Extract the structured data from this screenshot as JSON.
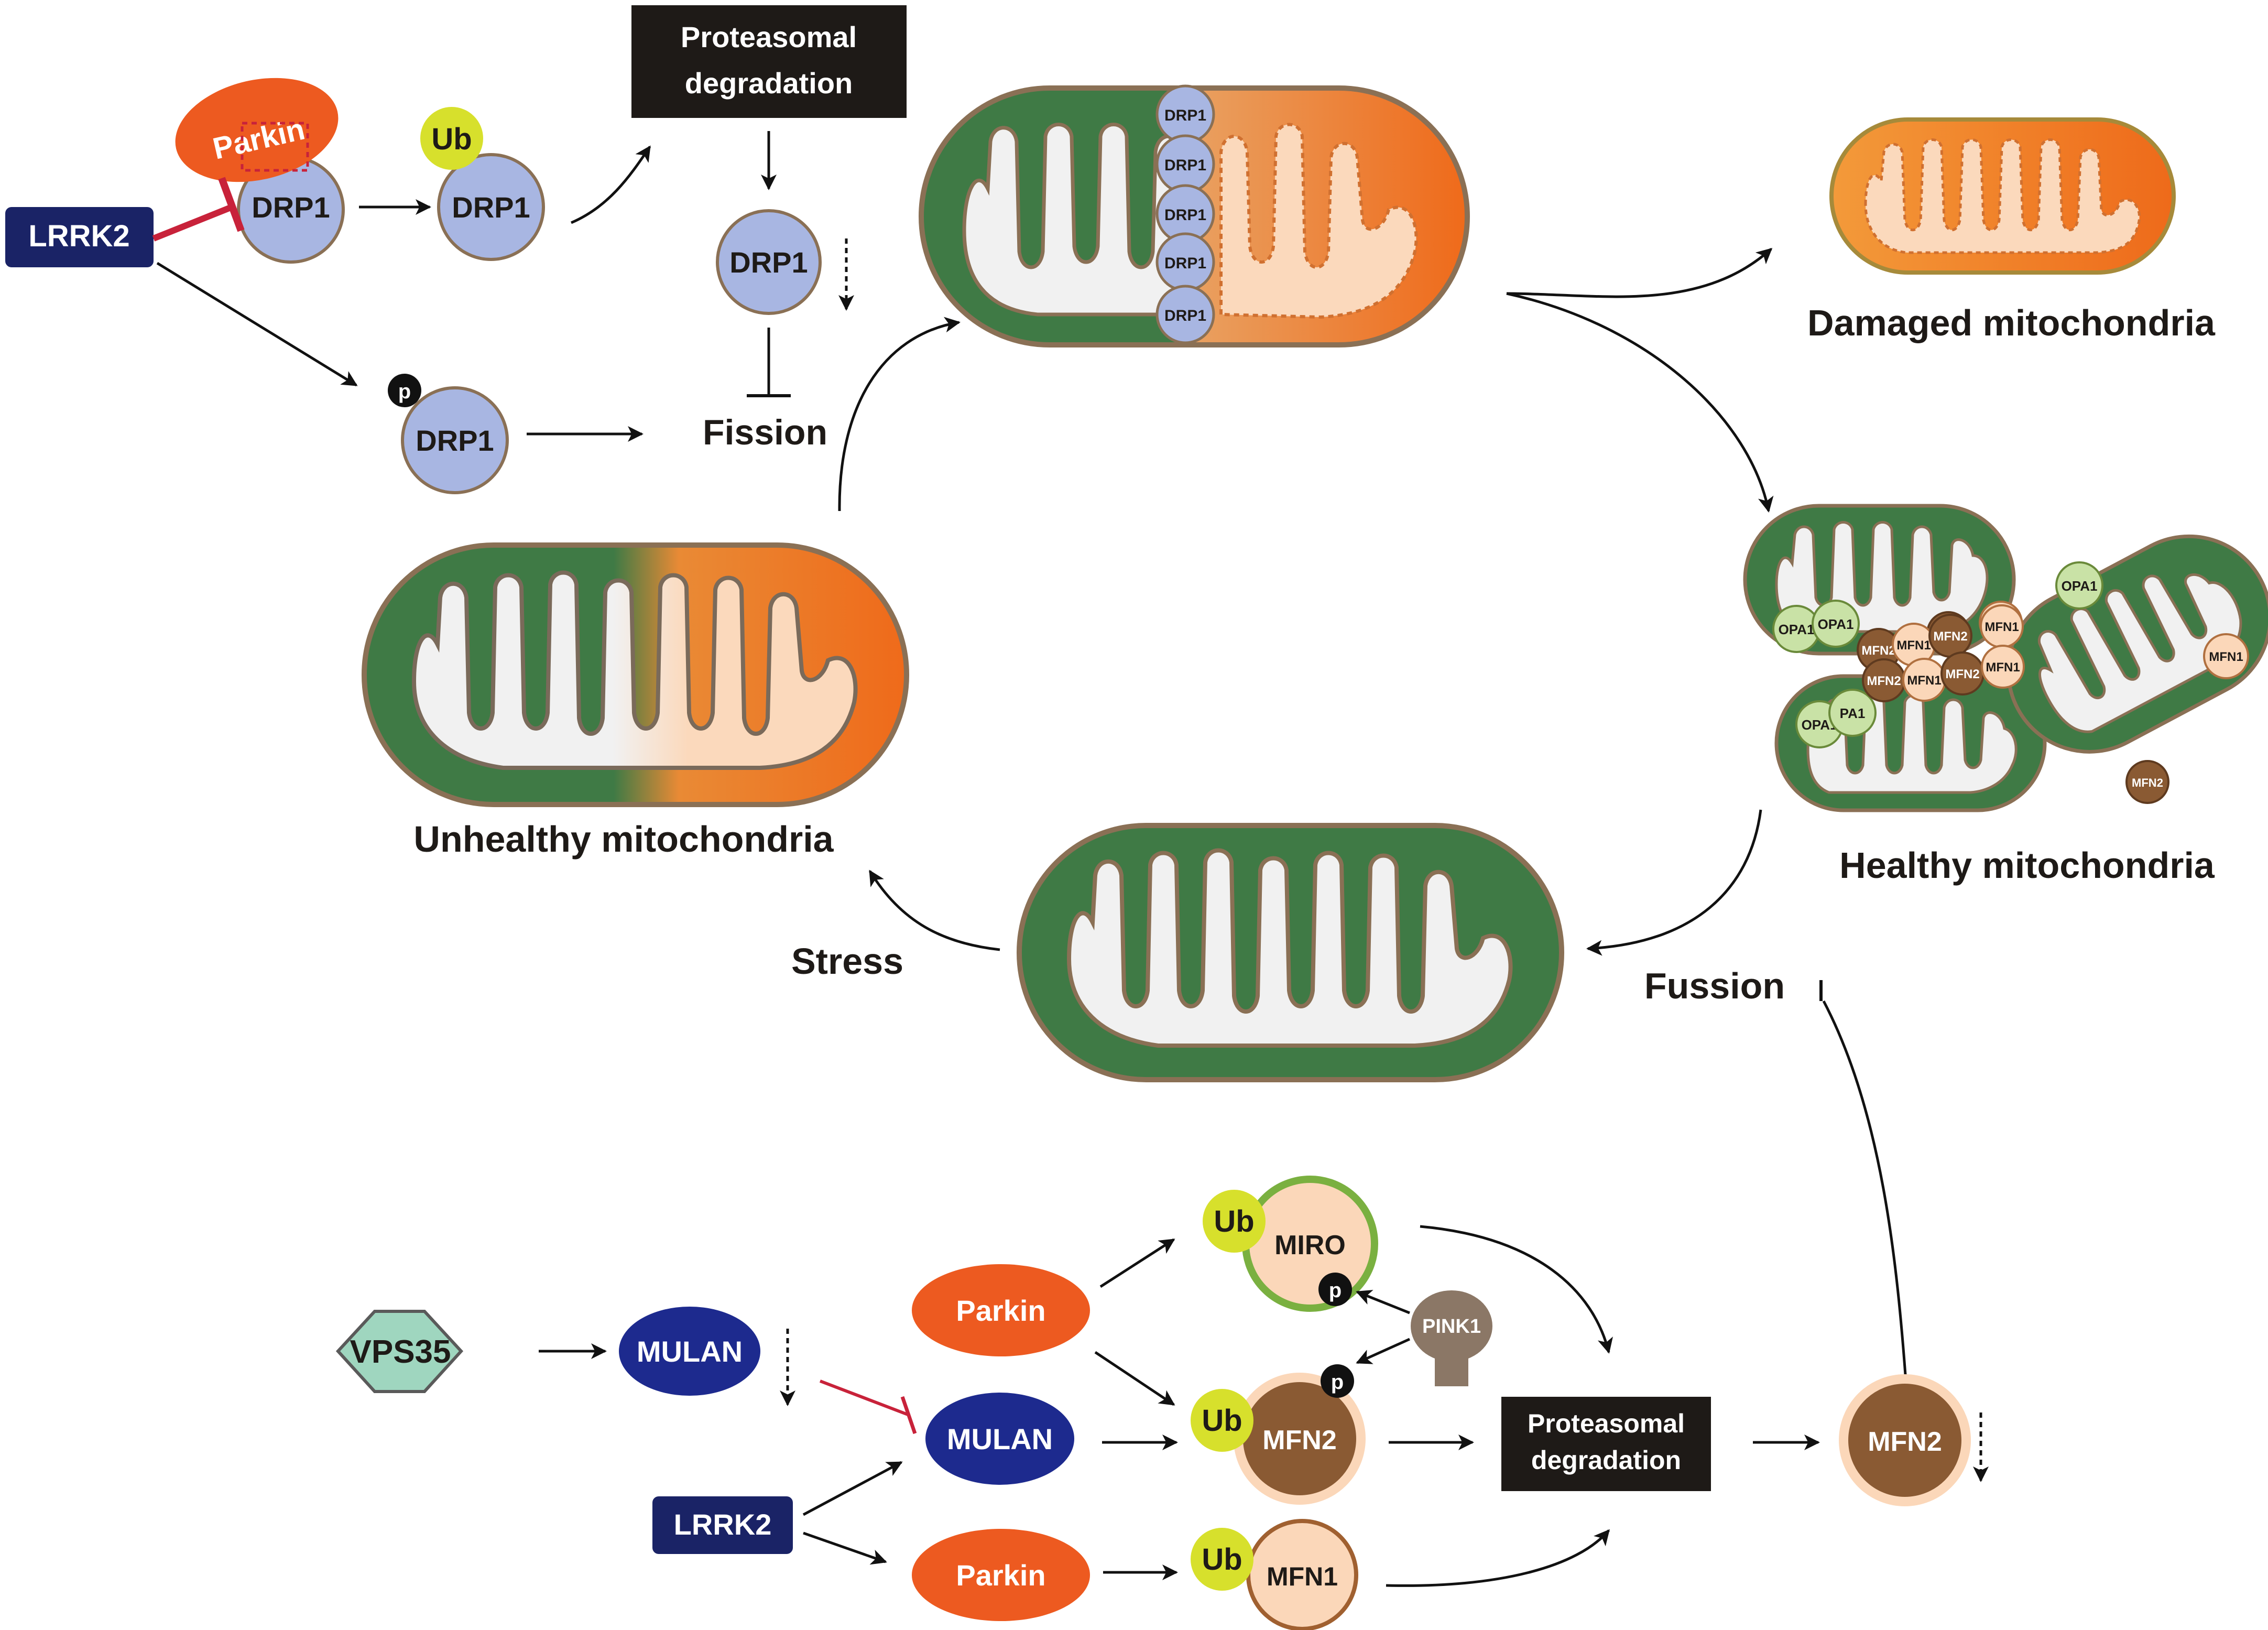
{
  "labels": {
    "lrrk2": "LRRK2",
    "parkin": "Parkin",
    "drp1": "DRP1",
    "ub": "Ub",
    "p": "p",
    "proteasomal_line1": "Proteasomal",
    "proteasomal_line2": "degradation",
    "fission": "Fission",
    "damaged_mito": "Damaged mitochondria",
    "healthy_mito": "Healthy mitochondria",
    "unhealthy_mito": "Unhealthy mitochondria",
    "stress": "Stress",
    "fussion": "Fussion",
    "opa1": "OPA1",
    "pa1": "PA1",
    "mfn1": "MFN1",
    "mfn2": "MFN2",
    "vps35": "VPS35",
    "mulan": "MULAN",
    "miro": "MIRO",
    "pink1": "PINK1"
  },
  "colors": {
    "green": "#3f7a45",
    "membrane": "#8a7055",
    "drp1": "#a8b6e2",
    "ub": "#d7e02c",
    "parkin": "#ed5a20",
    "navy": "#1a2366",
    "mulan": "#1d2a8e",
    "vps35": "#9fd6bf",
    "opa1": "#c9e2a6",
    "mfn1": "#fbd7b9",
    "mfn2": "#8a5a33",
    "pink1": "#8b7766",
    "black": "#1e1a17",
    "inhibit_red": "#c8223a"
  }
}
